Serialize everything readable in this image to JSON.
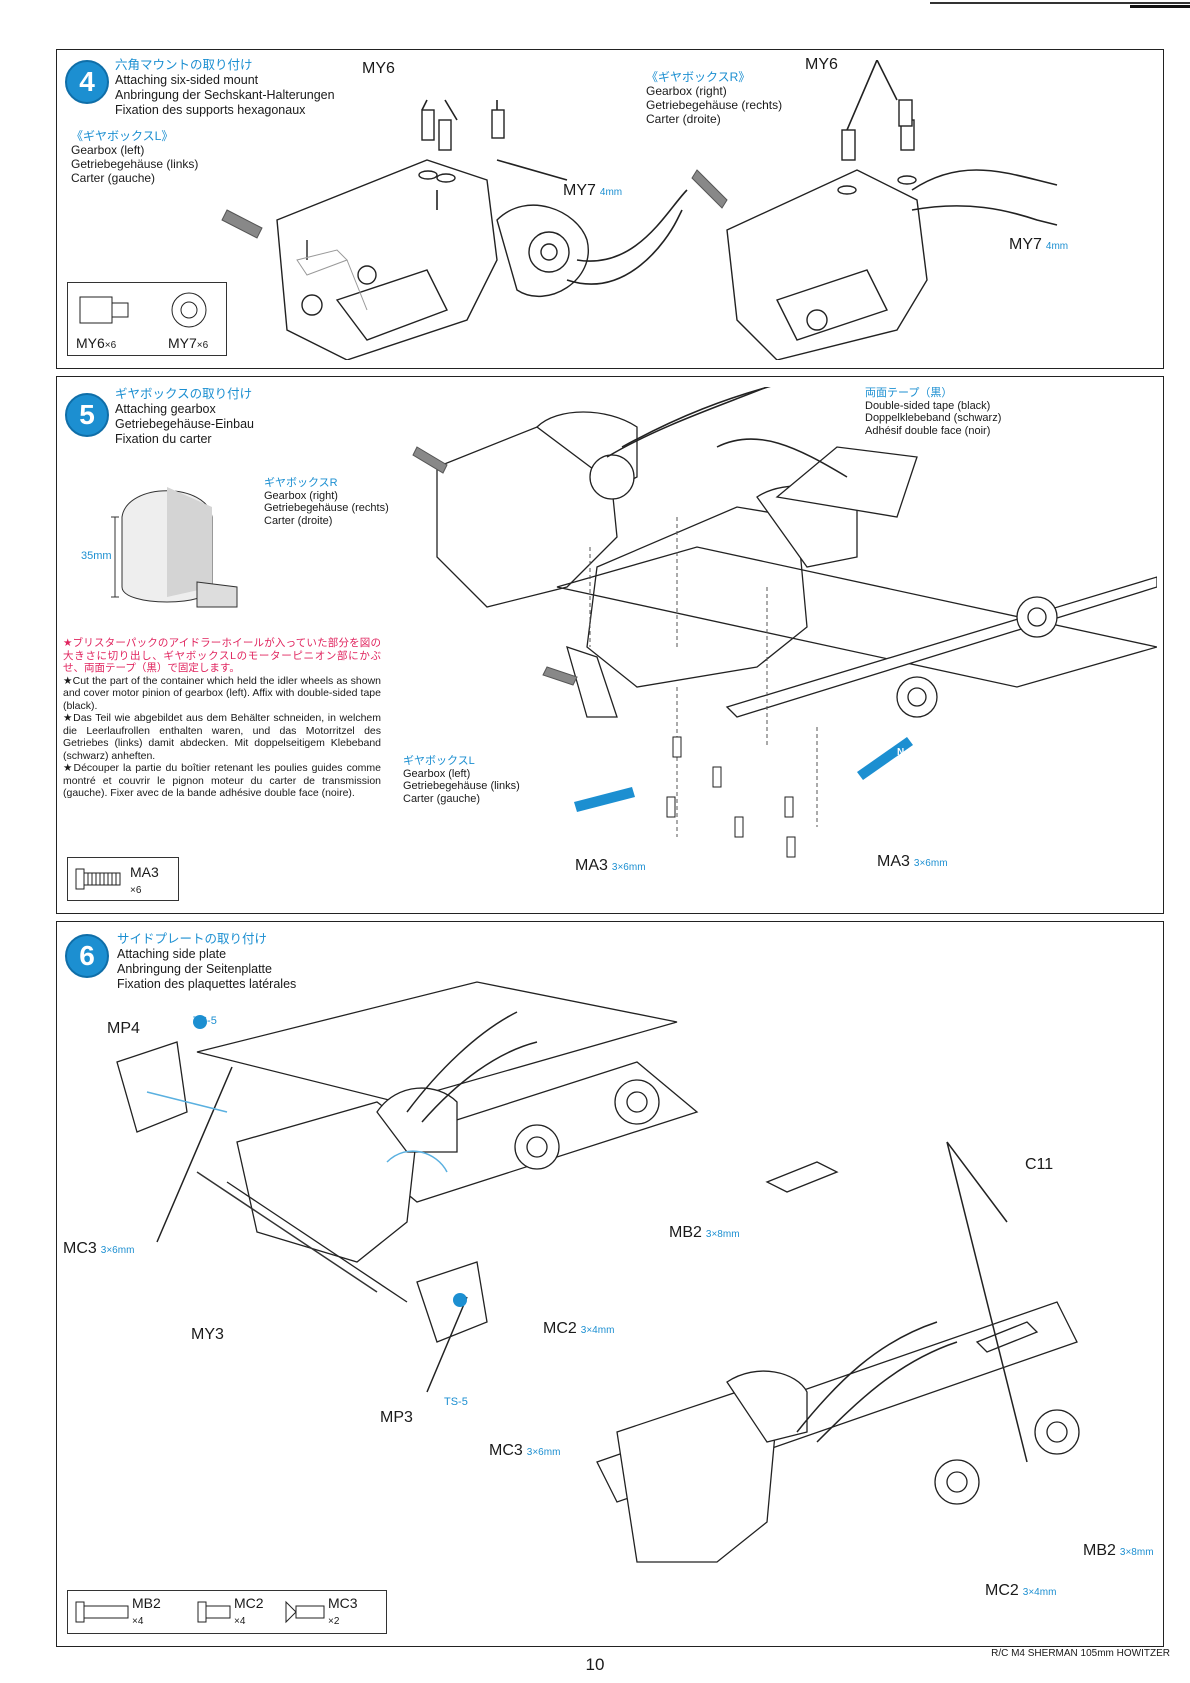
{
  "step4": {
    "number": "4",
    "title_jp": "六角マウントの取り付け",
    "title_en": "Attaching six-sided mount",
    "title_de": "Anbringung der Sechskant-Halterungen",
    "title_fr": "Fixation des supports hexagonaux",
    "gearbox_left": {
      "jp": "《ギヤボックスL》",
      "en": "Gearbox (left)",
      "de": "Getriebegehäuse (links)",
      "fr": "Carter (gauche)"
    },
    "gearbox_right": {
      "jp": "《ギヤボックスR》",
      "en": "Gearbox (right)",
      "de": "Getriebegehäuse (rechts)",
      "fr": "Carter (droite)"
    },
    "labels": {
      "my6_a": "MY6",
      "my6_b": "MY6",
      "my7_a": "MY7",
      "my7_b": "MY7",
      "my7_size": "4mm"
    },
    "parts": {
      "my6": "MY6",
      "my6_qty": "×6",
      "my7": "MY7",
      "my7_qty": "×6"
    }
  },
  "step5": {
    "number": "5",
    "title_jp": "ギヤボックスの取り付け",
    "title_en": "Attaching gearbox",
    "title_de": "Getriebegehäuse-Einbau",
    "title_fr": "Fixation du carter",
    "dimension": "35mm",
    "gearbox_right": {
      "jp": "ギヤボックスR",
      "en": "Gearbox (right)",
      "de": "Getriebegehäuse (rechts)",
      "fr": "Carter (droite)"
    },
    "gearbox_left": {
      "jp": "ギヤボックスL",
      "en": "Gearbox (left)",
      "de": "Getriebegehäuse (links)",
      "fr": "Carter (gauche)"
    },
    "tape": {
      "jp": "両面テープ（黒）",
      "en": "Double-sided tape (black)",
      "de": "Doppelklebeband (schwarz)",
      "fr": "Adhésif double face (noir)"
    },
    "note_jp": "★ブリスターパックのアイドラーホイールが入っていた部分を図の大きさに切り出し、ギヤボックスLのモーターピニオン部にかぶせ、両面テープ（黒）で固定します。",
    "note_en": "★Cut the part of the container which held the idler wheels as shown and cover motor pinion of gearbox (left). Affix with double-sided tape (black).",
    "note_de": "★Das Teil wie abgebildet aus dem Behälter schneiden, in welchem die Leerlaufrollen enthalten waren, und das Motorritzel des Getriebes (links) damit abdecken. Mit doppelseitigem Klebeband (schwarz) anheften.",
    "note_fr": "★Découper la partie du boîtier retenant les poulies guides comme montré et couvrir le pignon moteur du carter de transmission (gauche). Fixer avec de la bande adhésive double face (noire).",
    "labels": {
      "ma3_a": "MA3",
      "ma3_b": "MA3",
      "ma3_size": "3×6mm",
      "n_a": "N",
      "n_b": "N"
    },
    "parts": {
      "ma3": "MA3",
      "ma3_qty": "×6"
    }
  },
  "step6": {
    "number": "6",
    "title_jp": "サイドプレートの取り付け",
    "title_en": "Attaching side plate",
    "title_de": "Anbringung der Seitenplatte",
    "title_fr": "Fixation des plaquettes latérales",
    "labels": {
      "mp4": "MP4",
      "ts5_a": "TS-5",
      "ts5_b": "TS-5",
      "mc3_a": "MC3",
      "mc3_b": "MC3",
      "mc3_size": "3×6mm",
      "my3": "MY3",
      "mp3": "MP3",
      "mc2_a": "MC2",
      "mc2_b": "MC2",
      "mc2_size": "3×4mm",
      "mb2_a": "MB2",
      "mb2_b": "MB2",
      "mb2_size": "3×8mm",
      "c11": "C11"
    },
    "parts": {
      "mb2": "MB2",
      "mb2_qty": "×4",
      "mc2": "MC2",
      "mc2_qty": "×4",
      "mc3": "MC3",
      "mc3_qty": "×2"
    }
  },
  "footer": {
    "page": "10",
    "title": "R/C M4 SHERMAN 105mm HOWITZER"
  },
  "colors": {
    "accent": "#1c8fd1",
    "note_jp": "#e0245e"
  }
}
